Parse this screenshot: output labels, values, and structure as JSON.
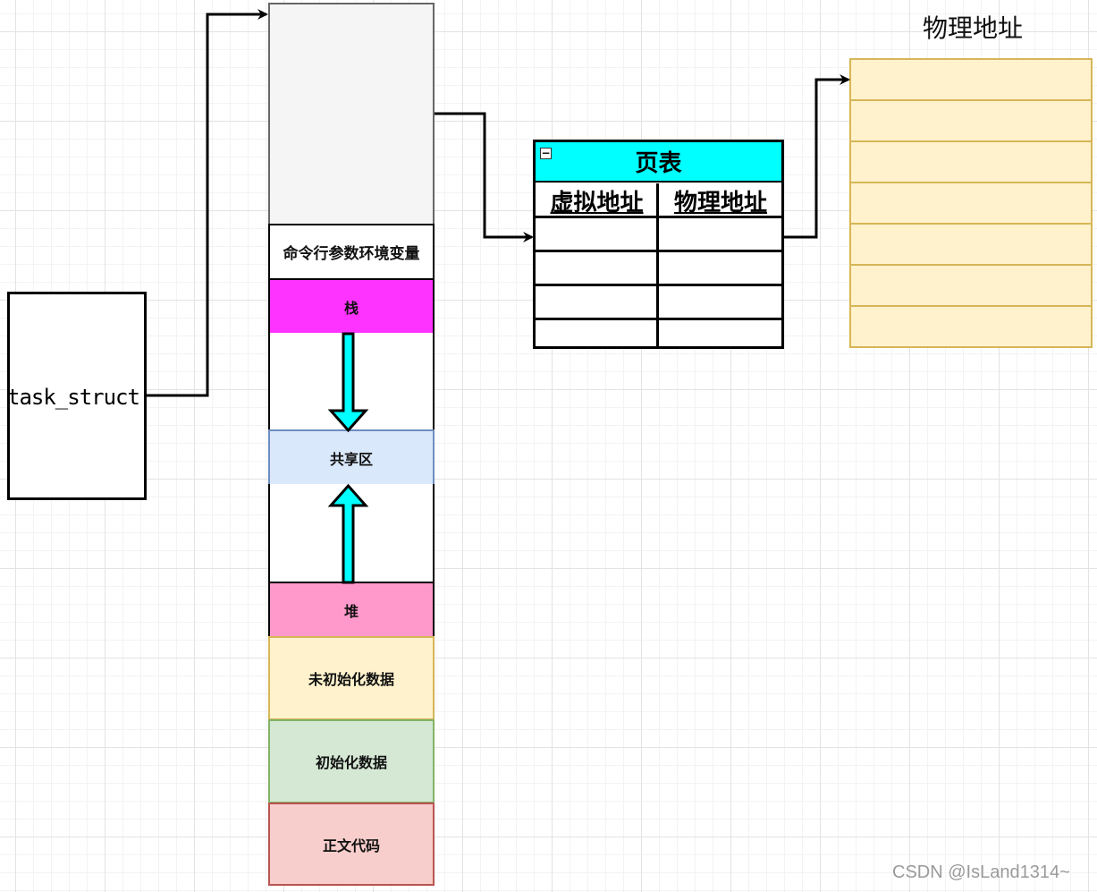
{
  "task_struct": {
    "label": "task_struct"
  },
  "address_space": {
    "segments": {
      "cmdline_env": "命令行参数环境变量",
      "stack": "栈",
      "shared": "共享区",
      "heap": "堆",
      "bss": "未初始化数据",
      "data": "初始化数据",
      "text": "正文代码"
    }
  },
  "page_table": {
    "title": "页表",
    "collapse_icon": "−",
    "columns": [
      "虚拟地址",
      "物理地址"
    ],
    "rows": 4
  },
  "physical_memory": {
    "title": "物理地址",
    "rows": 7
  },
  "colors": {
    "stack": "#ff33ff",
    "heap": "#ff99cc",
    "shared": "#dae8fc",
    "bss": "#fff2cc",
    "data": "#d5e8d4",
    "text": "#f8cecc",
    "page_table_header": "#00ffff",
    "growth_arrow": "#00ffff"
  },
  "watermark": "CSDN @IsLand1314~"
}
